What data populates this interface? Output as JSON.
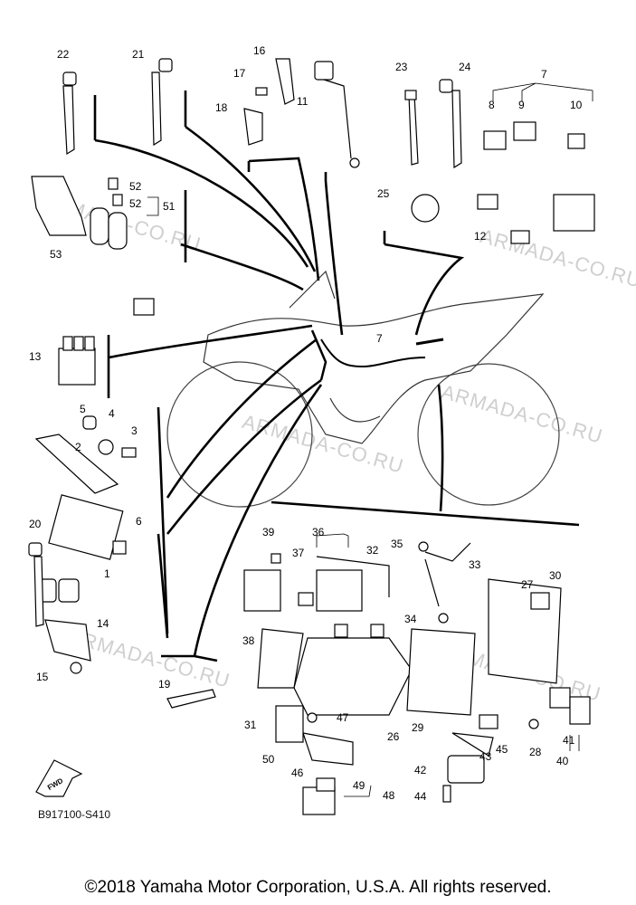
{
  "callouts": [
    "1",
    "2",
    "3",
    "4",
    "5",
    "6",
    "7",
    "8",
    "9",
    "10",
    "11",
    "12",
    "13",
    "14",
    "15",
    "16",
    "17",
    "18",
    "19",
    "20",
    "21",
    "22",
    "23",
    "24",
    "25",
    "26",
    "27",
    "28",
    "29",
    "30",
    "31",
    "32",
    "33",
    "34",
    "35",
    "36",
    "37",
    "38",
    "39",
    "40",
    "41",
    "42",
    "43",
    "44",
    "45",
    "46",
    "47",
    "48",
    "49",
    "50",
    "51",
    "52",
    "53"
  ],
  "watermark": "ARMADA-CO.RU",
  "fwd_label": "FWD",
  "diagram_code": "B917100-S410",
  "copyright": "©2018 Yamaha Motor Corporation, U.S.A. All rights reserved."
}
